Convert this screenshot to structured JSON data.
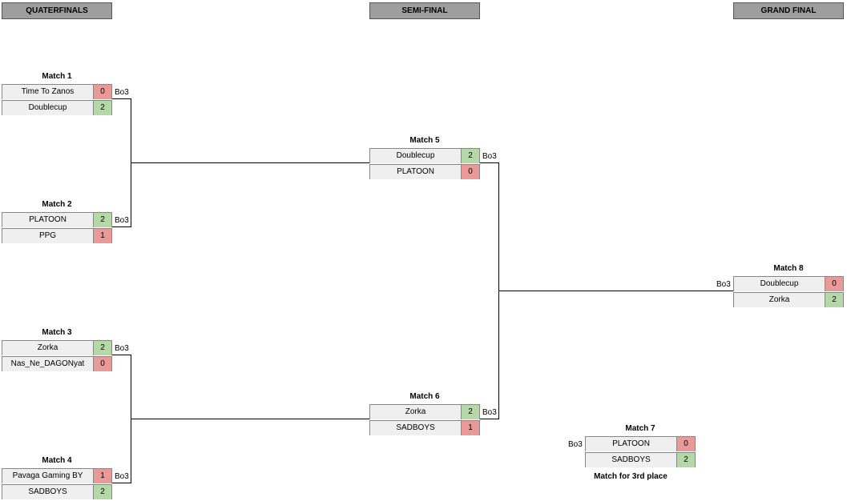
{
  "stages": {
    "quarterfinals": "QUATERFINALS",
    "semifinal": "SEMI-FINAL",
    "grand_final": "GRAND FINAL"
  },
  "matches": {
    "m1": {
      "title": "Match 1",
      "format": "Bo3",
      "team1": "Time To Zanos",
      "score1": "0",
      "team2": "Doublecup",
      "score2": "2"
    },
    "m2": {
      "title": "Match 2",
      "format": "Bo3",
      "team1": "PLATOON",
      "score1": "2",
      "team2": "PPG",
      "score2": "1"
    },
    "m3": {
      "title": "Match 3",
      "format": "Bo3",
      "team1": "Zorka",
      "score1": "2",
      "team2": "Nas_Ne_DAGONyat",
      "score2": "0"
    },
    "m4": {
      "title": "Match 4",
      "format": "Bo3",
      "team1": "Pavaga Gaming BY",
      "score1": "1",
      "team2": "SADBOYS",
      "score2": "2"
    },
    "m5": {
      "title": "Match 5",
      "format": "Bo3",
      "team1": "Doublecup",
      "score1": "2",
      "team2": "PLATOON",
      "score2": "0"
    },
    "m6": {
      "title": "Match 6",
      "format": "Bo3",
      "team1": "Zorka",
      "score1": "2",
      "team2": "SADBOYS",
      "score2": "1"
    },
    "m7": {
      "title": "Match 7",
      "format": "Bo3",
      "team1": "PLATOON",
      "score1": "0",
      "team2": "SADBOYS",
      "score2": "2",
      "footnote": "Match for 3rd place"
    },
    "m8": {
      "title": "Match 8",
      "format": "Bo3",
      "team1": "Doublecup",
      "score1": "0",
      "team2": "Zorka",
      "score2": "2"
    }
  },
  "colors": {
    "win": "#b6d7a8",
    "lose": "#ea9999",
    "team_bg": "#efefef",
    "header_bg": "#9e9e9e"
  }
}
